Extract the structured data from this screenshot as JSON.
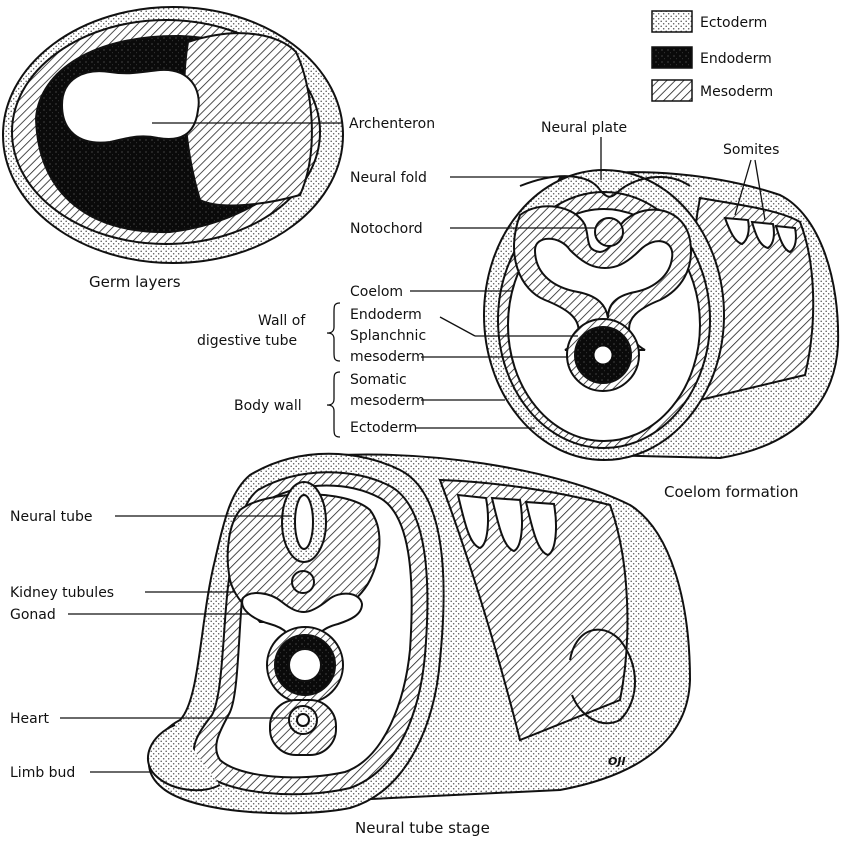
{
  "legend": {
    "ectoderm": "Ectoderm",
    "endoderm": "Endoderm",
    "mesoderm": "Mesoderm"
  },
  "germ_layers": {
    "archenteron": "Archenteron",
    "caption": "Germ layers"
  },
  "coelom_formation": {
    "neural_plate": "Neural plate",
    "somites": "Somites",
    "neural_fold": "Neural fold",
    "notochord": "Notochord",
    "coelom": "Coelom",
    "endoderm": "Endoderm",
    "splanchnic_line1": "Splanchnic",
    "splanchnic_line2": "mesoderm",
    "somatic_line1": "Somatic",
    "somatic_line2": "mesoderm",
    "ectoderm": "Ectoderm",
    "group_digestive_line1": "Wall of",
    "group_digestive_line2": "digestive tube",
    "group_body_wall": "Body wall",
    "caption": "Coelom formation"
  },
  "neural_tube_stage": {
    "neural_tube": "Neural tube",
    "kidney_tubules": "Kidney tubules",
    "gonad": "Gonad",
    "heart": "Heart",
    "limb_bud": "Limb bud",
    "signature": "OJI",
    "caption": "Neural tube stage"
  },
  "colors": {
    "outline": "#111111",
    "ectoderm_dots": "#555555",
    "endoderm": "#0a0a0a",
    "mesoderm_hatch": "#222222"
  }
}
